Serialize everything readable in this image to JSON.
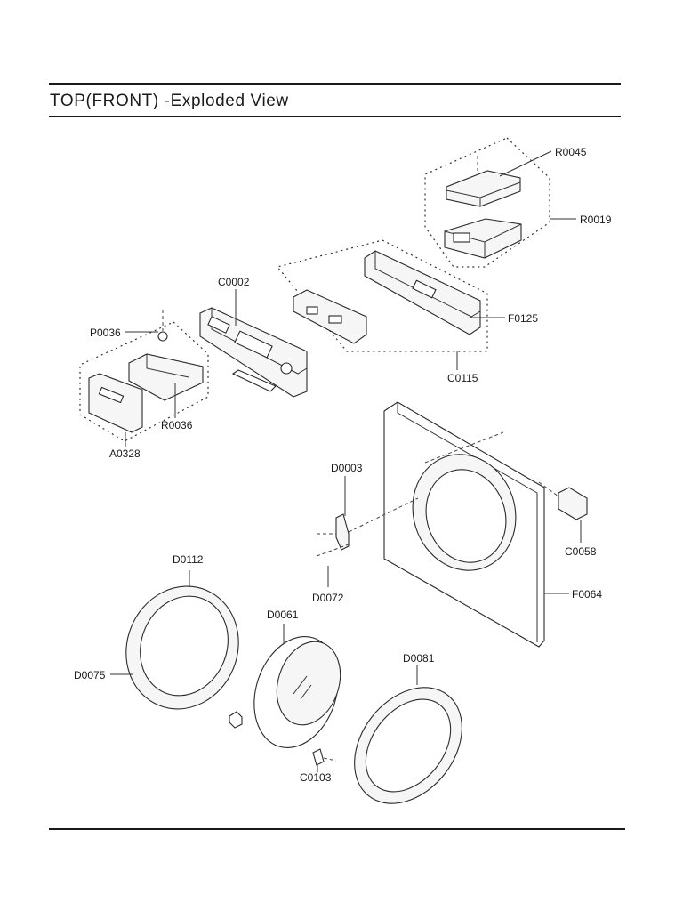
{
  "page": {
    "title": "TOP(FRONT) -Exploded View"
  },
  "callouts": {
    "R0045": "R0045",
    "R0019": "R0019",
    "C0002": "C0002",
    "F0125": "F0125",
    "P0036": "P0036",
    "C0115": "C0115",
    "R0036": "R0036",
    "A0328": "A0328",
    "D0003": "D0003",
    "C0058": "C0058",
    "D0112": "D0112",
    "D0072": "D0072",
    "F0064": "F0064",
    "D0061": "D0061",
    "D0081": "D0081",
    "D0075": "D0075",
    "C0103": "C0103"
  }
}
